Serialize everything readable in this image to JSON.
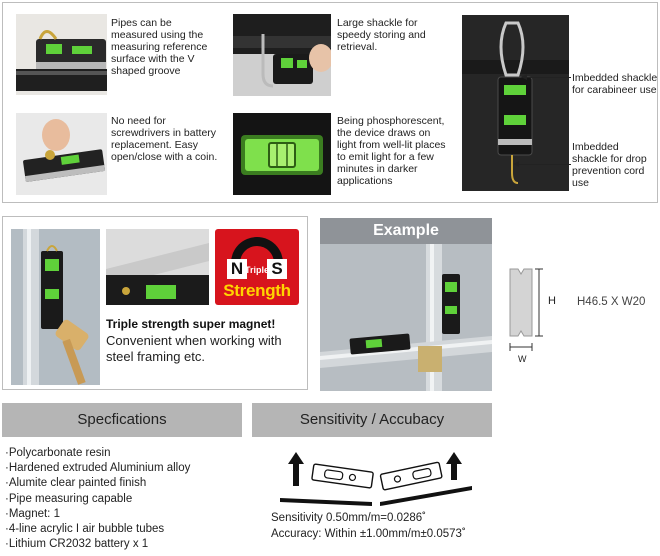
{
  "features": {
    "pipes_text": "Pipes can be measured using the measuring reference surface with the V shaped groove",
    "shackle_text": "Large shackle for speedy storing and retrieval.",
    "coin_text": "No need for screwdrivers in battery replacement. Easy open/close with a coin.",
    "glow_text": "Being phosphorescent, the device draws on light from well-lit places to emit light for a few minutes in darker applications",
    "carabineer_label": "Imbedded shackle for carabineer use",
    "drop_label": "Imbedded shackle for drop prevention cord use"
  },
  "magnet": {
    "logo_n": "N",
    "logo_triple": "Triple",
    "logo_s": "S",
    "logo_strength": "Strength",
    "headline": "Triple strength super magnet!",
    "description": "Convenient when working with steel framing etc."
  },
  "example": {
    "title": "Example",
    "dim_h": "H",
    "dim_w": "W",
    "dimensions": "H46.5 X W20"
  },
  "specifications": {
    "title": "Specfications",
    "items": [
      "·Polycarbonate resin",
      "·Hardened extruded Aluminium alloy",
      "·Alumite clear painted finish",
      "·Pipe measuring capable",
      "·Magnet: 1",
      "·4-line acrylic I air bubble tubes",
      "·Lithium CR2032 battery x 1"
    ]
  },
  "sensitivity": {
    "title": "Sensitivity / Accubacy",
    "sensitivity_line": "Sensitivity 0.50mm/m=0.0286˚",
    "accuracy_line": "Accuracy: Within ±1.00mm/m±0.0573˚"
  },
  "colors": {
    "bubble_green": "#5fd13a",
    "logo_red": "#d7141d",
    "header_gray": "#b5b5b5"
  }
}
